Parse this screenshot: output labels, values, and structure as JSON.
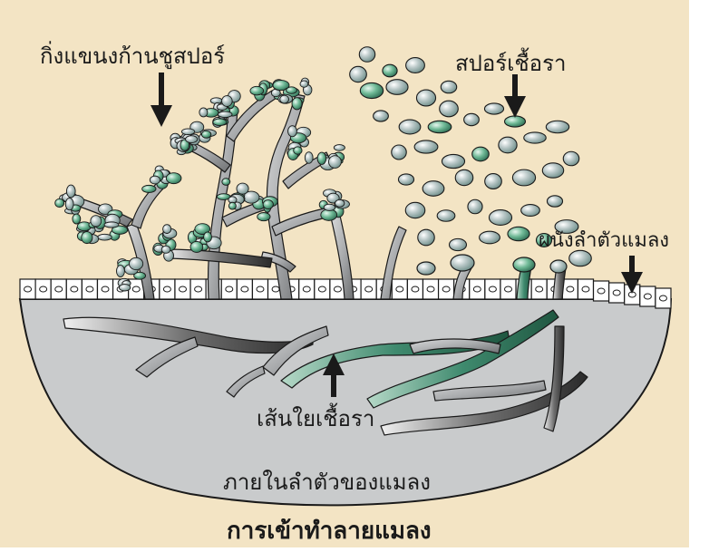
{
  "labels": {
    "conidiophore_branches": "กิ่งแขนงก้านชูสปอร์",
    "fungal_spores": "สปอร์เชื้อรา",
    "insect_body_wall": "ผนังลำตัวแมลง",
    "hyphae": "เส้นใยเชื้อรา",
    "inside_insect_body": "ภายในลำตัวของแมลง"
  },
  "title": "การเข้าทำลายแมลง",
  "colors": {
    "background": "#f3e4c4",
    "body_interior": "#c9cbcc",
    "outline": "#1a1a1a",
    "hypha_gray": "#b4b6b8",
    "hypha_green": "#3f8a6e",
    "spore_light": "#b9c6c7",
    "spore_green": "#6fb996"
  }
}
